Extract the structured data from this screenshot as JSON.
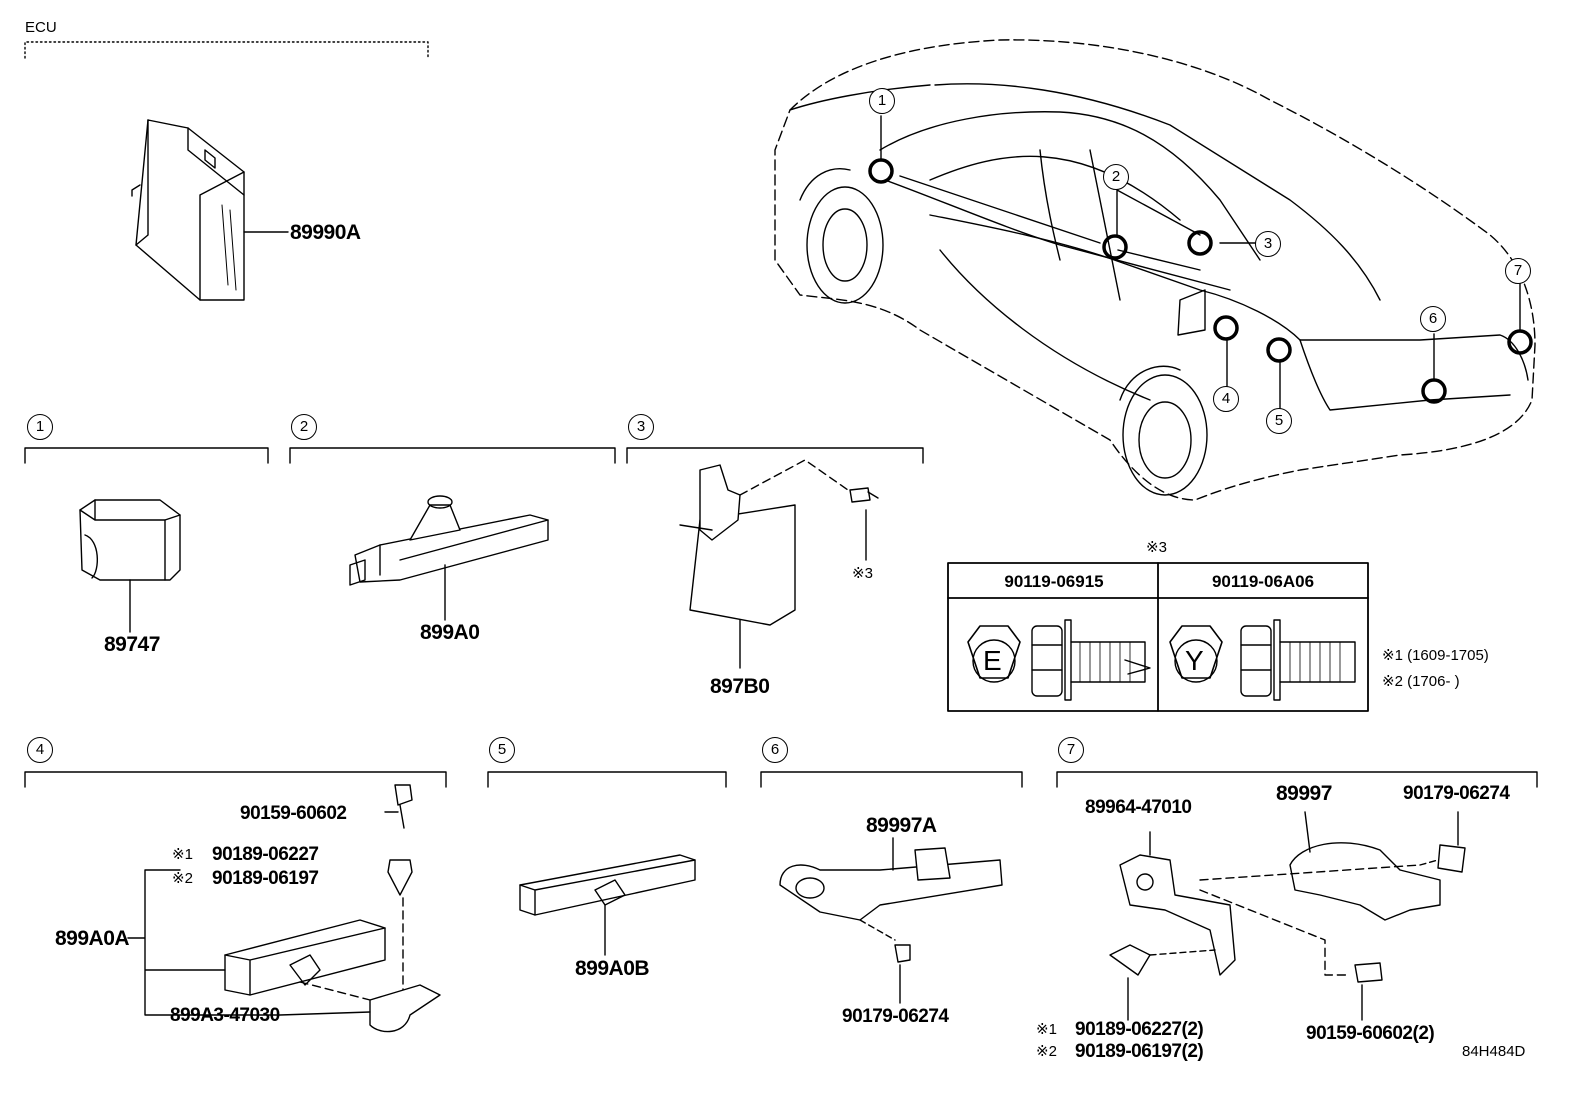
{
  "ecu": {
    "heading": "ECU",
    "part": "89990A"
  },
  "markers": [
    "1",
    "2",
    "3",
    "4",
    "5",
    "6",
    "7"
  ],
  "sections": {
    "s1": {
      "num": "1",
      "part": "89747"
    },
    "s2": {
      "num": "2",
      "part": "899A0"
    },
    "s3": {
      "num": "3",
      "part": "897B0",
      "bolt_note": "※3"
    },
    "s4": {
      "num": "4",
      "assembly": "899A0A",
      "bolt": "90159-60602",
      "clip_note1": "※1",
      "clip_part1": "90189-06227",
      "clip_note2": "※2",
      "clip_part2": "90189-06197",
      "bracket": "899A3-47030"
    },
    "s5": {
      "num": "5",
      "part": "899A0B"
    },
    "s6": {
      "num": "6",
      "part": "89997A",
      "nut": "90179-06274"
    },
    "s7": {
      "num": "7",
      "bracket": "89964-47010",
      "part": "89997",
      "nut": "90179-06274",
      "clip_note1": "※1",
      "clip_part1": "90189-06227(2)",
      "clip_note2": "※2",
      "clip_part2": "90189-06197(2)",
      "bolt": "90159-60602(2)"
    }
  },
  "bolt_table": {
    "title": "※3",
    "columns": [
      {
        "part": "90119-06915",
        "mark": "E"
      },
      {
        "part": "90119-06A06",
        "mark": "Y"
      }
    ]
  },
  "notes": [
    "※1 (1609-1705)",
    "※2 (1706-      )"
  ],
  "diagram_code": "84H484D"
}
